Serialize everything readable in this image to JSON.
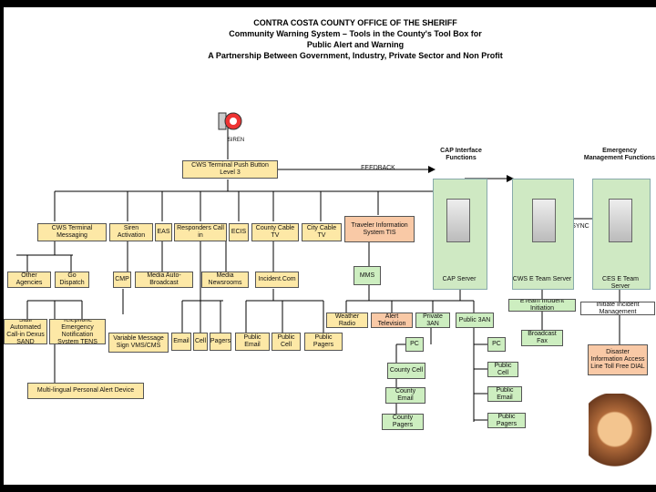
{
  "title": {
    "line1": "CONTRA COSTA COUNTY OFFICE OF THE SHERIFF",
    "line2": "Community Warning System – Tools in the County's Tool Box for",
    "line3": "Public Alert and Warning",
    "line4": "A Partnership Between Government, Industry, Private Sector and Non Profit"
  },
  "siren_label": "SIREN",
  "root": "CWS Terminal Push Button Level 3",
  "feedback": "FEEDBACK",
  "sync": "SYNC",
  "cap_title": "CAP Interface Functions",
  "em_title": "Emergency Management Functions",
  "row1": [
    "CWS Terminal Messaging",
    "Siren Activation",
    "EAS",
    "Responders Call in",
    "ECIS",
    "County Cable TV",
    "City Cable TV",
    "Traveler Information System TIS"
  ],
  "row2": [
    "Other Agencies",
    "Go Dispatch",
    "CMP",
    "Media Auto-Broadcast",
    "Media Newsrooms",
    "Incident.Com",
    "MMS"
  ],
  "row3": [
    "Staff Automated Call-in Dexus SAND",
    "Telephone Emergency Notification System TENS",
    "Variable Message Sign VMS/CMS",
    "Email",
    "Cell",
    "Pagers",
    "Public Email",
    "Public Cell",
    "Public Pagers",
    "Weather Radio",
    "Alert Television",
    "Private 3AN",
    "Public 3AN"
  ],
  "multi_lingual": "Multi-lingual Personal Alert Device",
  "servers": [
    "CAP Server",
    "CWS E Team Server",
    "CES E Team Server"
  ],
  "eteam_initiation": "ETeam Incident Initiation",
  "broadcast_fax": "Broadcast Fax",
  "initiate_incident": "Initiate Incident Management",
  "disaster_line": "Disaster Information Access Line Toll Free DIAL",
  "private_list": [
    "PC",
    "County Cell",
    "County Email",
    "County Pagers"
  ],
  "public_list": [
    "PC",
    "Public Cell",
    "Public Email",
    "Public Pagers"
  ]
}
